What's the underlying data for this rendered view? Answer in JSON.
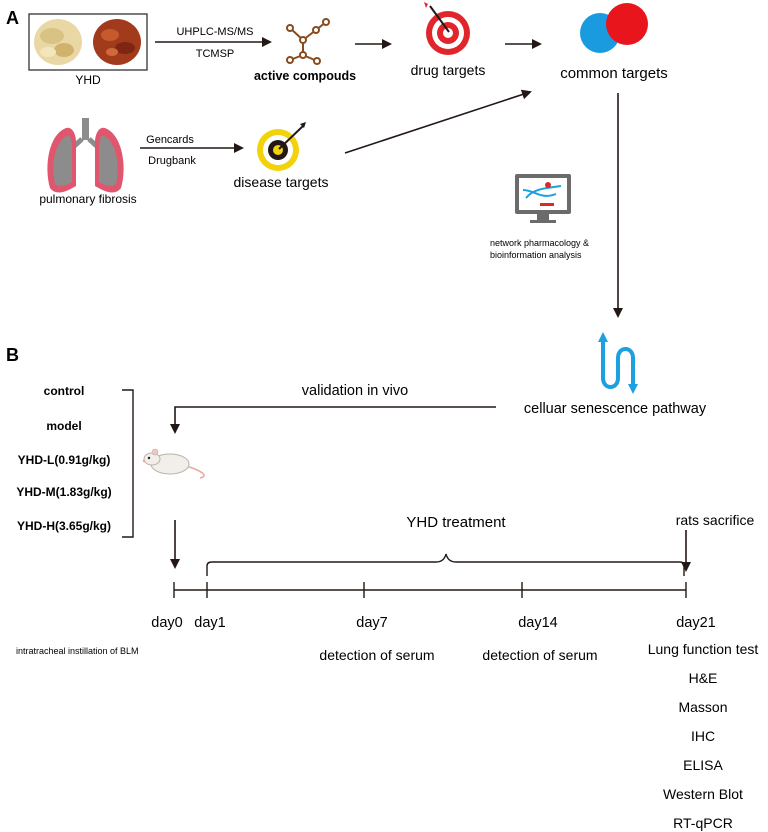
{
  "panels": {
    "a": {
      "label": "A",
      "yhd_label": "YHD",
      "edge1_top": "UHPLC-MS/MS",
      "edge1_bottom": "TCMSP",
      "active_compounds": "active compouds",
      "drug_targets": "drug targets",
      "common_targets": "common targets",
      "pulmonary_fibrosis": "pulmonary fibrosis",
      "edge2_top": "Gencards",
      "edge2_bottom": "Drugbank",
      "disease_targets": "disease targets",
      "analysis_line1": "network pharmacology &",
      "analysis_line2": "bioinformation analysis",
      "pathway": "celluar senescence pathway"
    },
    "b": {
      "label": "B",
      "groups": [
        "control",
        "model",
        "YHD-L(0.91g/kg)",
        "YHD-M(1.83g/kg)",
        "YHD-H(3.65g/kg)"
      ],
      "validation": "validation in vivo",
      "treatment": "YHD treatment",
      "sacrifice": "rats sacrifice",
      "days": [
        "day0",
        "day1",
        "day7",
        "day14",
        "day21"
      ],
      "blm_note": "intratracheal instillation of BLM",
      "serum_day7": "detection of serum",
      "serum_day14": "detection of serum",
      "assays": [
        "Lung function test",
        "H&E",
        "Masson",
        "IHC",
        "ELISA",
        "Western Blot",
        "RT-qPCR"
      ]
    }
  },
  "colors": {
    "arrow": "#231815",
    "venn_blue": "#1a9be0",
    "venn_red": "#e8151c",
    "target_red": "#e0262b",
    "target_yellow": "#f2d20a",
    "lung_pink": "#e0566f",
    "lung_gray": "#8c8c8c",
    "pathway_blue": "#1ba1e2"
  }
}
